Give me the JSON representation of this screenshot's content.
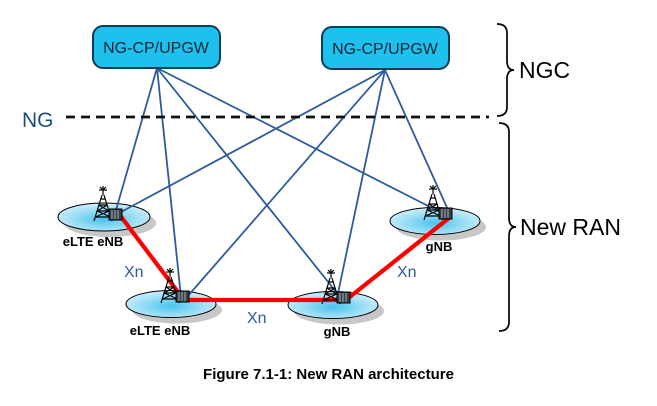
{
  "caption": "Figure 7.1-1: New RAN architecture",
  "diagram": {
    "ng_interface_label": "NG",
    "group_labels": {
      "ngc": "NGC",
      "new_ran": "New RAN"
    },
    "core_nodes": [
      {
        "label": "NG-CP/UPGW"
      },
      {
        "label": "NG-CP/UPGW"
      }
    ],
    "ran_nodes": [
      {
        "label": "eLTE eNB"
      },
      {
        "label": "eLTE eNB"
      },
      {
        "label": "gNB"
      },
      {
        "label": "gNB"
      }
    ],
    "xn_labels": [
      "Xn",
      "Xn",
      "Xn"
    ],
    "colors": {
      "core_box_fill": "#1ec1ee",
      "core_box_border": "#0d3c54",
      "backhaul_line_blue": "#2f5b9d",
      "xn_link_red": "#ff0000",
      "ng_dashed_line": "#111111",
      "ng_text_blue": "#1f4e79",
      "coverage_cell_blue": "#49c3ee"
    }
  }
}
